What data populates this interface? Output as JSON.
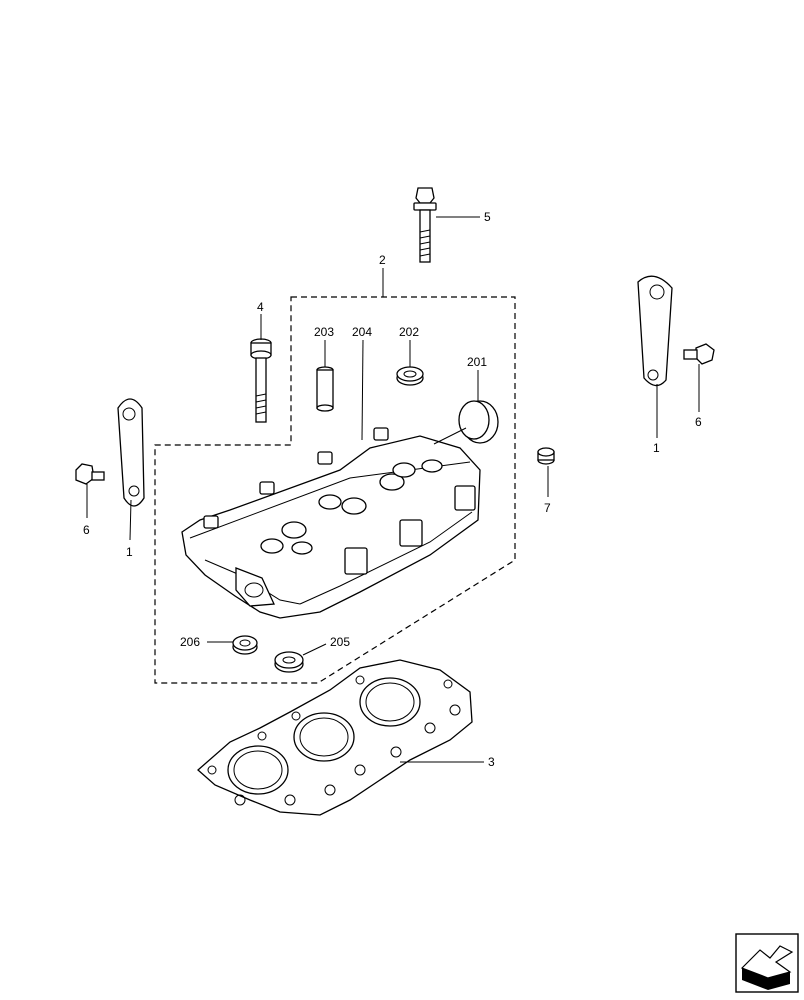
{
  "labels": {
    "l1a": "1",
    "l1b": "1",
    "l2": "2",
    "l3": "3",
    "l4": "4",
    "l5": "5",
    "l6a": "6",
    "l6b": "6",
    "l7": "7",
    "l201": "201",
    "l202": "202",
    "l203": "203",
    "l204": "204",
    "l205": "205",
    "l206": "206"
  },
  "icons": {
    "nav": "next-page-arrow-icon"
  }
}
